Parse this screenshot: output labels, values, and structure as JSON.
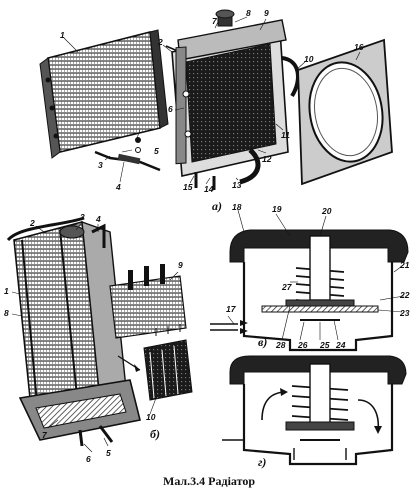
{
  "caption": "Мал.3.4 Радіатор",
  "subfigures": {
    "a": "а)",
    "b": "б)",
    "v": "в)",
    "g": "г)"
  },
  "parts_a": [
    "1",
    "2",
    "3",
    "4",
    "5",
    "6",
    "7",
    "8",
    "9",
    "10",
    "11",
    "12",
    "13",
    "14",
    "15",
    "16"
  ],
  "parts_b": [
    "1",
    "2",
    "3",
    "4",
    "5",
    "6",
    "7",
    "8",
    "9",
    "10"
  ],
  "parts_v": [
    "17",
    "18",
    "19",
    "20",
    "21",
    "22",
    "23",
    "24",
    "25",
    "26",
    "27",
    "28"
  ]
}
